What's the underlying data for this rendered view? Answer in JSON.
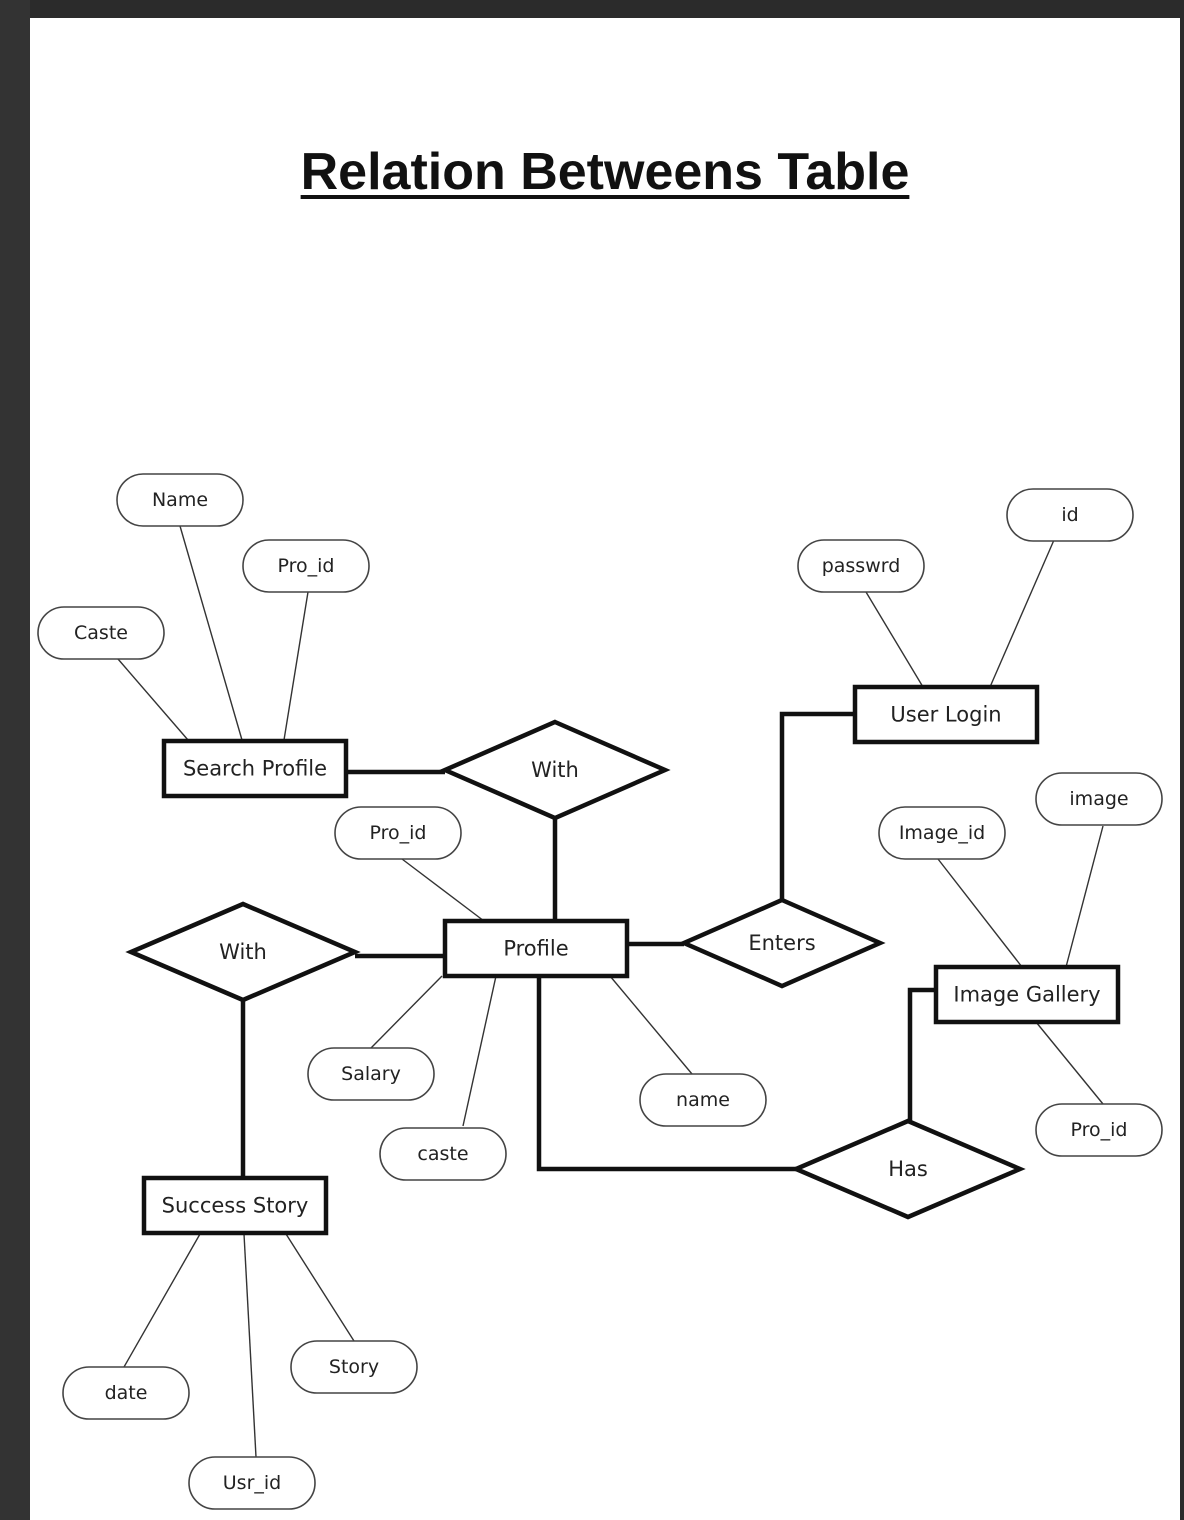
{
  "title": "Relation Betweens Table",
  "colors": {
    "page": "#ffffff",
    "ink": "#111111",
    "viewer_bg": "#2b2b2b"
  },
  "diagram": {
    "entities": [
      {
        "id": "search_profile",
        "label": "Search Profile"
      },
      {
        "id": "profile",
        "label": "Profile"
      },
      {
        "id": "user_login",
        "label": "User Login"
      },
      {
        "id": "image_gallery",
        "label": "Image Gallery"
      },
      {
        "id": "success_story",
        "label": "Success Story"
      }
    ],
    "relationships": [
      {
        "id": "with_top",
        "label": "With"
      },
      {
        "id": "with_left",
        "label": "With"
      },
      {
        "id": "enters",
        "label": "Enters"
      },
      {
        "id": "has",
        "label": "Has"
      }
    ],
    "attributes": [
      {
        "id": "sp_name",
        "label": "Name"
      },
      {
        "id": "sp_pro_id",
        "label": "Pro_id"
      },
      {
        "id": "sp_caste",
        "label": "Caste"
      },
      {
        "id": "ul_passwrd",
        "label": "passwrd"
      },
      {
        "id": "ul_id",
        "label": "id"
      },
      {
        "id": "p_pro_id",
        "label": "Pro_id"
      },
      {
        "id": "p_salary",
        "label": "Salary"
      },
      {
        "id": "p_caste",
        "label": "caste"
      },
      {
        "id": "p_name",
        "label": "name"
      },
      {
        "id": "ig_image_id",
        "label": "Image_id"
      },
      {
        "id": "ig_image",
        "label": "image"
      },
      {
        "id": "ig_pro_id",
        "label": "Pro_id"
      },
      {
        "id": "ss_date",
        "label": "date"
      },
      {
        "id": "ss_usr_id",
        "label": "Usr_id"
      },
      {
        "id": "ss_story",
        "label": "Story"
      }
    ]
  }
}
